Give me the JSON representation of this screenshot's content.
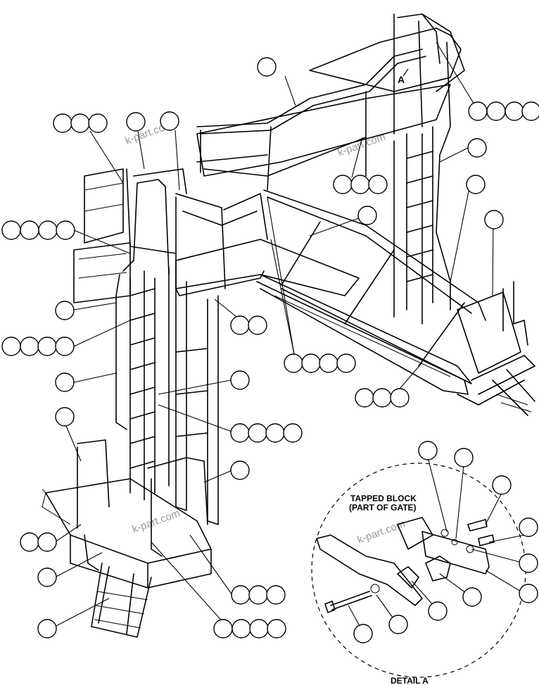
{
  "detail_label": "DETAIL A",
  "tapped_block_line1": "TAPPED BLOCK",
  "tapped_block_line2": "(PART OF GATE)",
  "detail_ref_letter": "A",
  "watermark": "k-part.com",
  "callouts": {
    "top_handrail": 1,
    "gate_group_top_right": 4,
    "left_gate_group": 3,
    "left_upper_rail": 1,
    "left_platform_rail": 1,
    "right_ladder_rail": 1,
    "right_side_rail": 1,
    "right_stair_rail": 1,
    "upper_platform_deck": 3,
    "cross_rail": 1,
    "left_platform_edge": 4,
    "left_ladder_cage": 1,
    "left_ladder_hardware": 4,
    "left_lower_rail": 1,
    "column_base": 2,
    "lower_rail_support": 4,
    "right_platform_bolts": 3,
    "ladder_clamp": 1,
    "ladder_rung_bracket": 4,
    "lower_stair_handrail": 1,
    "column_guard": 1,
    "lower_platform_hardware": 2,
    "stair_stringer": 1,
    "stair_tread": 1,
    "lower_stair_guard_hardware": 4,
    "column_foot": 3,
    "detail_bolt": 1,
    "detail_washer": 1,
    "detail_spring": 1,
    "detail_bushing": 1,
    "detail_nut": 1,
    "detail_lockwasher": 1,
    "detail_screw": 1,
    "detail_plate": 1,
    "detail_hinge": 1,
    "detail_pin": 1
  }
}
